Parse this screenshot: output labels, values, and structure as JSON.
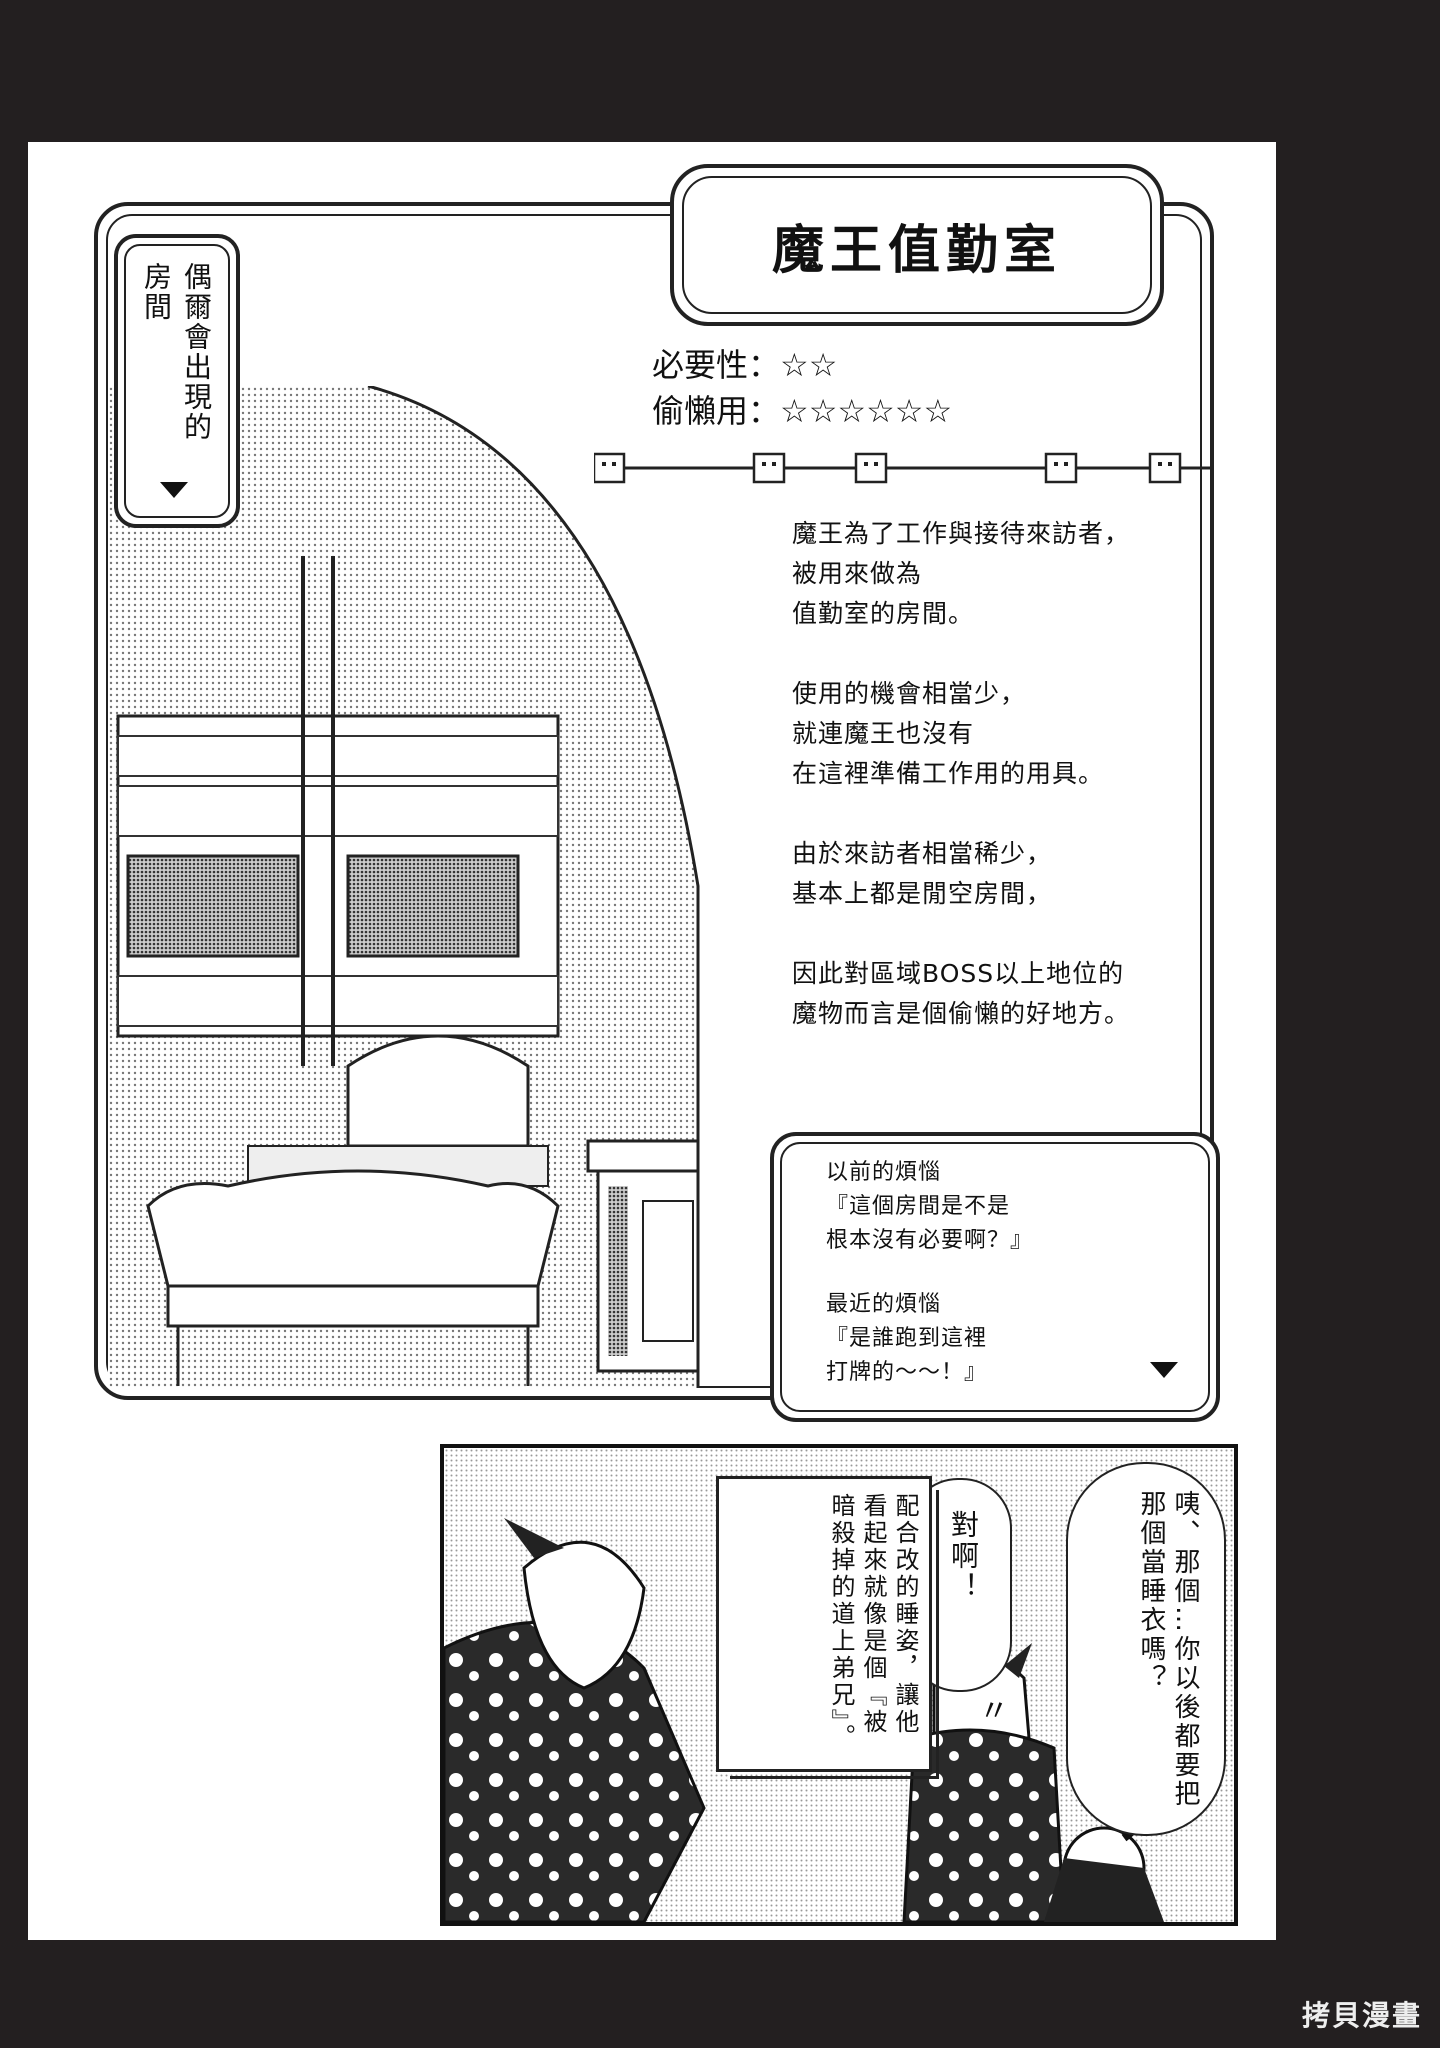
{
  "card": {
    "title": "魔王值勤室",
    "side_tab": "偶爾會出現的房間",
    "ratings": [
      {
        "label": "必要性：",
        "stars": "☆☆"
      },
      {
        "label": "偷懶用：",
        "stars": "☆☆☆☆☆☆"
      }
    ],
    "description": [
      [
        "魔王為了工作與接待來訪者，",
        "被用來做為",
        "值勤室的房間。"
      ],
      [
        "使用的機會相當少，",
        "就連魔王也沒有",
        "在這裡準備工作用的用具。"
      ],
      [
        "由於來訪者相當稀少，",
        "基本上都是閒空房間，"
      ],
      [
        "因此對區域BOSS以上地位的",
        "魔物而言是個偷懶的好地方。"
      ]
    ],
    "note": {
      "past_label": "以前的煩惱",
      "past_lines": [
        "『這個房間是不是",
        "根本沒有必要啊？』"
      ],
      "recent_label": "最近的煩惱",
      "recent_lines": [
        "『是誰跑到這裡",
        "打牌的〜〜！』"
      ]
    }
  },
  "comic": {
    "bubble_right": "咦、那個…你以後都要把那個當睡衣嗎？",
    "bubble_middle": "對啊！",
    "caption": "配合改的睡姿，讓他看起來就像是個『被暗殺掉的道上弟兄』。",
    "sfx": "〃"
  },
  "watermark": "拷貝漫畫"
}
